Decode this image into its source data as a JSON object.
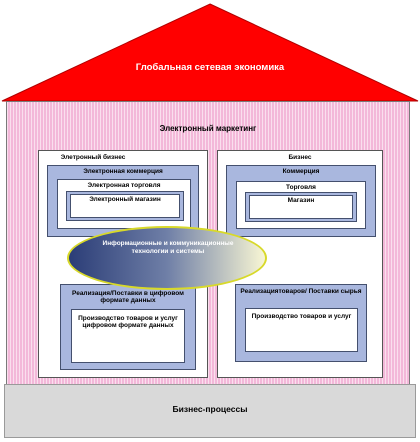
{
  "roof": {
    "title": "Глобальная сетевая экономика"
  },
  "house": {
    "title": "Электронный маркетинг"
  },
  "left": {
    "title": "Элетронный бизнес",
    "level1": "Электронная коммерция",
    "level2": "Электронная торговля",
    "level3": "Электронный магазин",
    "bottom_title": "Реализация/Поставки  в цифровом формате данных",
    "bottom_inner": "Производство товаров и услуг цифровом формате данных"
  },
  "right": {
    "title": "Бизнес",
    "level1": "Коммерция",
    "level2": "Торговля",
    "level3": "Магазин",
    "bottom_title": "Реализациятоваров/ Поставки сырья",
    "bottom_inner": "Производство товаров и услуг"
  },
  "center": {
    "text": "Информационные и коммуникационные технологии и системы"
  },
  "base": {
    "title": "Бизнес-процессы"
  },
  "colors": {
    "roof": "#ff0000",
    "walls": "#f3b8d9",
    "boxes": "#a9b7de",
    "base": "#d9d9d9"
  }
}
